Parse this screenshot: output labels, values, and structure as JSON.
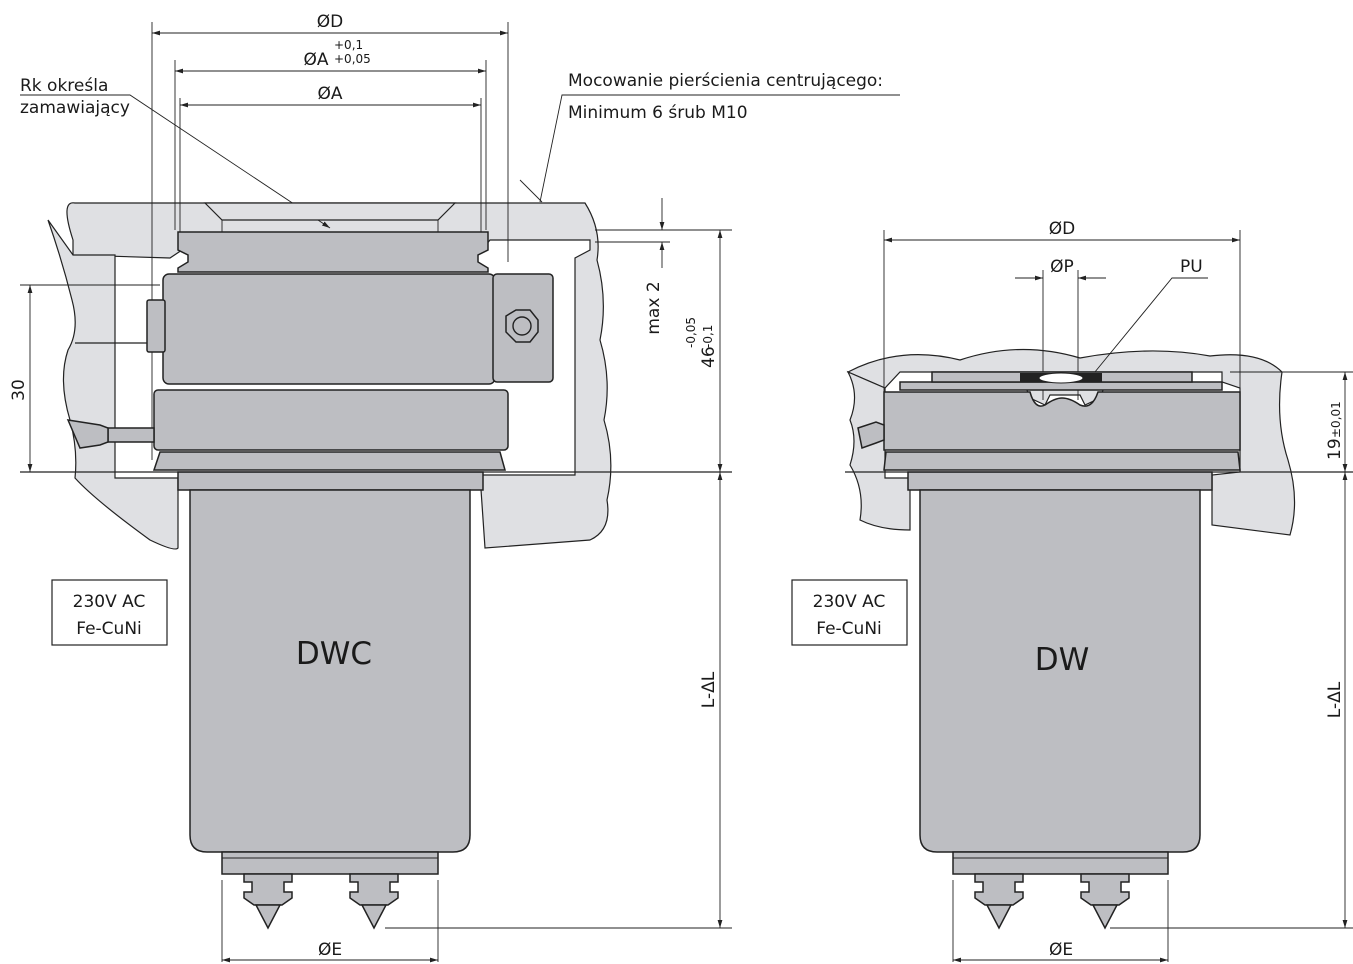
{
  "left_view": {
    "dim_D": "ØD",
    "dim_A_tol": "ØA",
    "tol_A_upper": "+0,1",
    "tol_A_lower": "+0,05",
    "dim_A": "ØA",
    "note_rk_line1": "Rk określa",
    "note_rk_line2": "zamawiający",
    "note_mount_line1": "Mocowanie pierścienia centrującego:",
    "note_mount_line2": "Minimum 6 śrub M10",
    "dim_max": "max 2",
    "dim_46": "46",
    "tol_46_upper": "-0,05",
    "tol_46_lower": "-0,1",
    "dim_30": "30",
    "dim_L": "L-ΔL",
    "spec_line1": "230V AC",
    "spec_line2": "Fe-CuNi",
    "model": "DWC",
    "dim_E": "ØE"
  },
  "right_view": {
    "dim_D": "ØD",
    "dim_P": "ØP",
    "label_pu": "PU",
    "dim_19": "19",
    "tol_19": "±0,01",
    "dim_L": "L-ΔL",
    "spec_line1": "230V AC",
    "spec_line2": "Fe-CuNi",
    "model": "DW",
    "dim_E": "ØE"
  }
}
